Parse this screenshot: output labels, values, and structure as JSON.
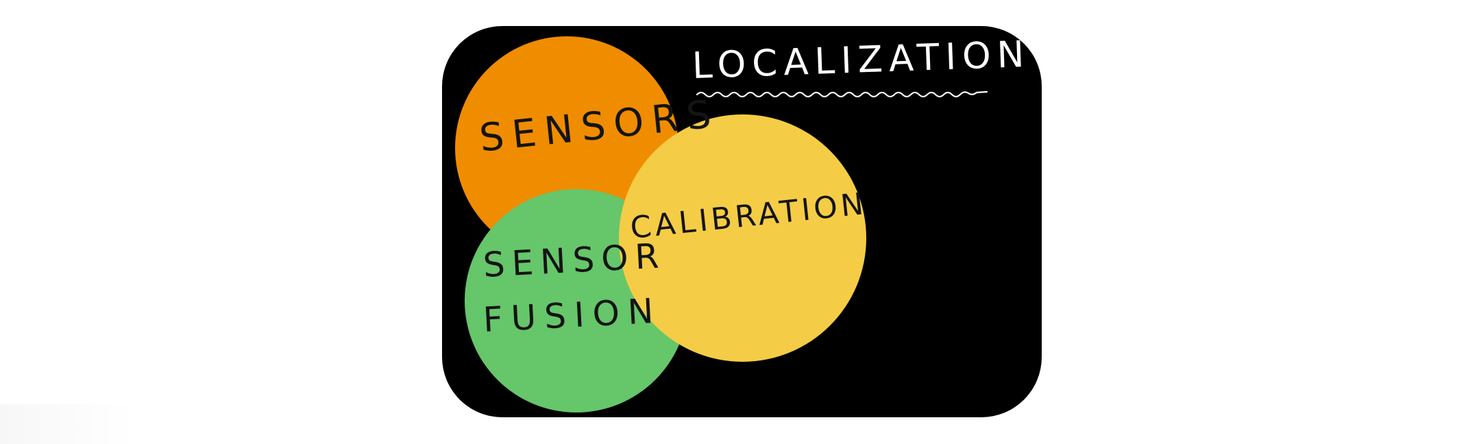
{
  "diagram": {
    "title": "LOCALIZATION",
    "circles": [
      {
        "label": "SENSORS",
        "color": "#f08c00"
      },
      {
        "label_line1": "SENSOR",
        "label_line2": "FUSION",
        "color": "#66c66a"
      },
      {
        "label": "CALIBRATION",
        "color": "#f5cc45"
      }
    ],
    "background_color": "#000000"
  }
}
